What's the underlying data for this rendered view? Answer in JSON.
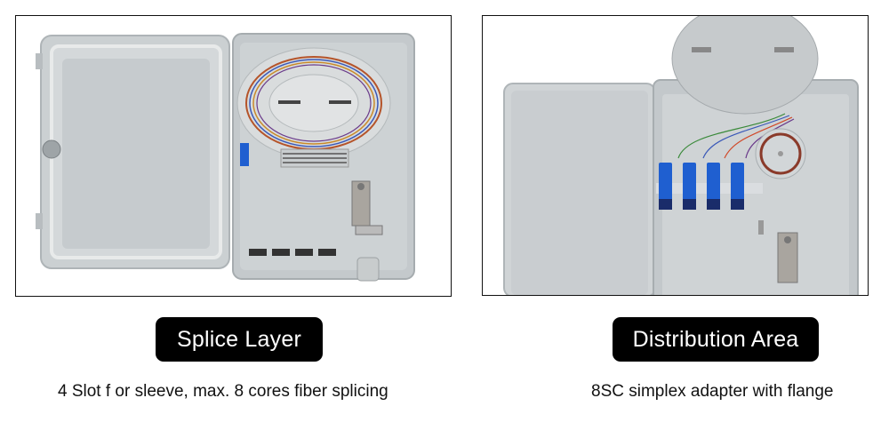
{
  "panels": [
    {
      "id": "splice-layer",
      "label": "Splice Layer",
      "caption": "4 Slot f or sleeve, max. 8 cores fiber splicing",
      "image_desc": "Open grey fiber distribution box with lid, splice tray with colored fibers and cable gland"
    },
    {
      "id": "distribution-area",
      "label": "Distribution Area",
      "caption": "8SC simplex adapter with flange",
      "image_desc": "Open grey box with tray lifted, four blue SC simplex adapters and fiber coil"
    }
  ],
  "colors": {
    "pill_bg": "#000000",
    "pill_text": "#ffffff",
    "box_grey": "#c9cdcf",
    "adapter_blue": "#1f5fd0"
  }
}
